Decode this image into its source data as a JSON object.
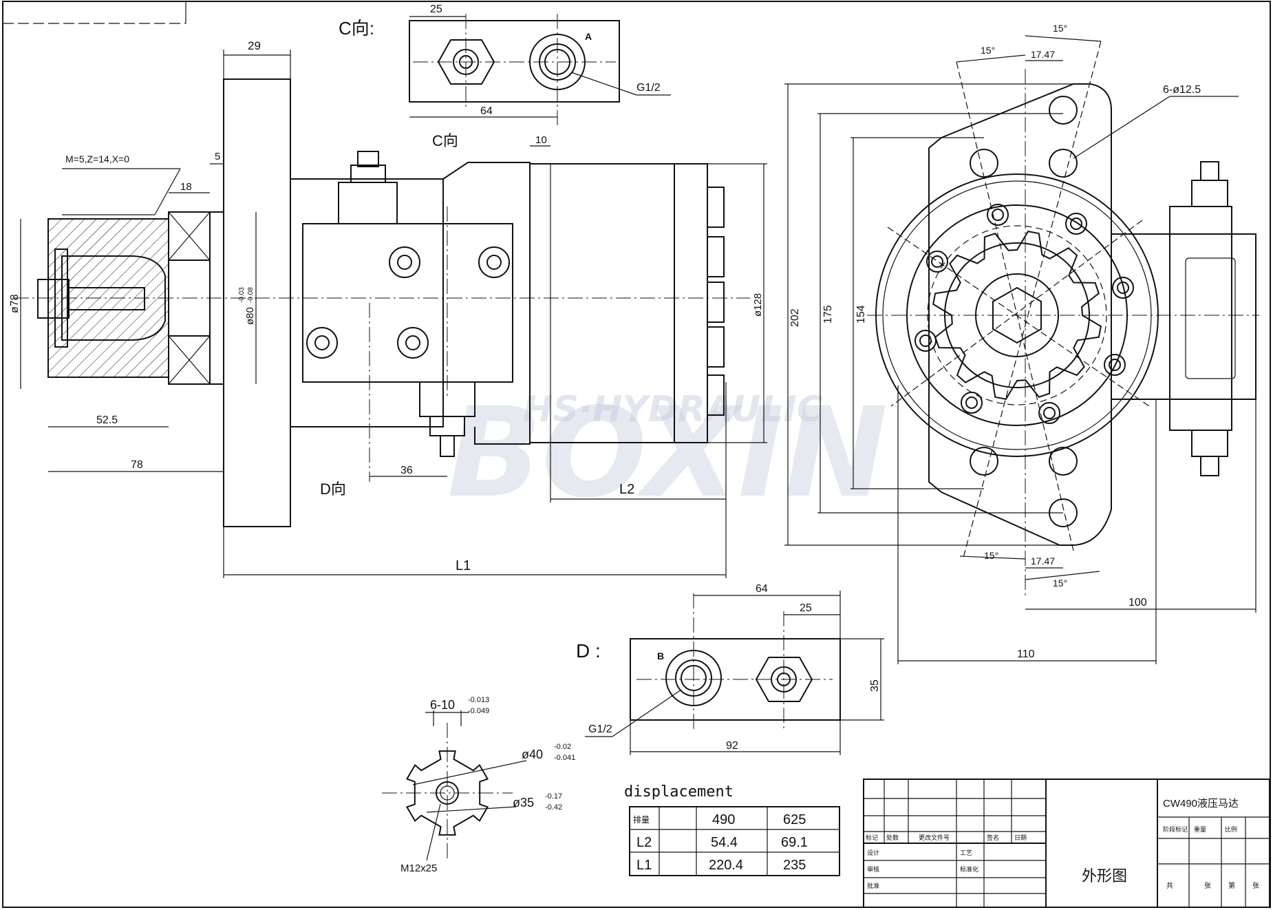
{
  "views": {
    "view_c_label": "C向:",
    "view_c_arrow_label": "C向",
    "view_d_label": "D :",
    "view_d_arrow_label": "D向",
    "port_a_mark": "A",
    "port_b_mark": "B"
  },
  "dimensions": {
    "flange_width": "29",
    "spline_spec": "M=5,Z=14,X=0",
    "step_5": "5",
    "step_18": "18",
    "dia_78": "ø78",
    "dia_80": "ø80",
    "dia_80_tol_upper": "-0.03",
    "dia_80_tol_lower": "-0.08",
    "len_52_5": "52.5",
    "len_78": "78",
    "len_36": "36",
    "len_l1": "L1",
    "len_l2": "L2",
    "len_10": "10",
    "dia_128": "ø128",
    "c_top_25": "25",
    "c_bottom_64": "64",
    "c_port_thread": "G1/2",
    "angle_15_a": "15°",
    "angle_15_b": "15°",
    "angle_15_c": "15°",
    "angle_15_d": "15°",
    "offset_17_47_top": "17.47",
    "offset_17_47_bottom": "17.47",
    "holes_6x12_5": "6-ø12.5",
    "h_202": "202",
    "h_175": "175",
    "h_154": "154",
    "w_100": "100",
    "w_110": "110",
    "d_top_64": "64",
    "d_top_25": "25",
    "d_right_35": "35",
    "d_bottom_92": "92",
    "d_port_thread": "G1/2",
    "key_count": "6-10",
    "key_tol_upper": "-0.013",
    "key_tol_lower": "-0.049",
    "shaft_dia_40": "ø40",
    "shaft_40_tol_upper": "-0.02",
    "shaft_40_tol_lower": "-0.041",
    "shaft_dia_35": "ø35",
    "shaft_35_tol_upper": "-0.17",
    "shaft_35_tol_lower": "-0.42",
    "center_thread": "M12x25"
  },
  "displacement_table": {
    "title": "displacement",
    "header_label": "排量",
    "columns": [
      "490",
      "625"
    ],
    "rows": [
      {
        "label": "L2",
        "values": [
          "54.4",
          "69.1"
        ]
      },
      {
        "label": "L1",
        "values": [
          "220.4",
          "235"
        ]
      }
    ]
  },
  "title_block": {
    "drawing_title": "外形图",
    "model": "CW490液压马达",
    "row_labels": [
      "设计",
      "审核",
      "工艺",
      "标准化",
      "批准"
    ],
    "col_labels": [
      "标记",
      "处数",
      "更改文件号",
      "签名",
      "日期"
    ],
    "stage_labels": [
      "阶段标记",
      "重量",
      "比例"
    ],
    "sheet_labels": [
      "共",
      "张",
      "第",
      "张"
    ]
  },
  "watermark": {
    "brand": "BOXIN",
    "subtitle": "HS·HYDRAULIC"
  }
}
